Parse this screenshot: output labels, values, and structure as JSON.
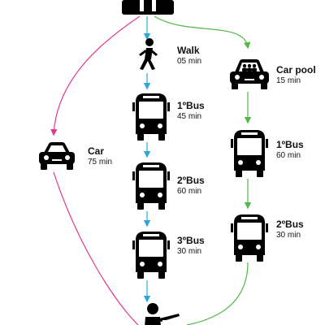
{
  "colors": {
    "walk_route": "#2aa8d8",
    "car_route": "#e0398e",
    "carpool_route": "#52b848",
    "icon": "#000000"
  },
  "icons": {
    "origin": "building-icon",
    "walk": "pedestrian-icon",
    "car": "car-icon",
    "carpool": "carpool-icon",
    "bus": "bus-icon",
    "destination": "person-icon"
  },
  "steps": {
    "walk": {
      "name": "Walk",
      "duration": "05 min"
    },
    "bus1_center": {
      "name": "1ºBus",
      "duration": "45 min"
    },
    "bus2_center": {
      "name": "2ºBus",
      "duration": "60 min"
    },
    "bus3_center": {
      "name": "3ºBus",
      "duration": "30 min"
    },
    "car": {
      "name": "Car",
      "duration": "75 min"
    },
    "carpool": {
      "name": "Car pool",
      "duration": "15 min"
    },
    "bus1_right": {
      "name": "1ºBus",
      "duration": "60 min"
    },
    "bus2_right": {
      "name": "2ºBus",
      "duration": "30 min"
    }
  }
}
